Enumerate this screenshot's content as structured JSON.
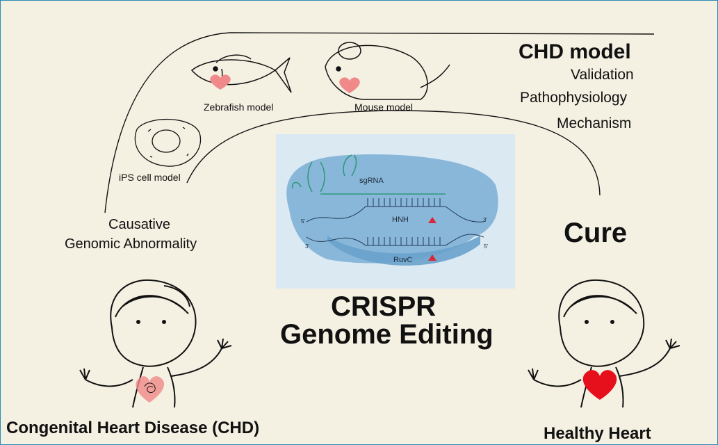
{
  "chd_model": {
    "title": "CHD model",
    "items": [
      "Validation",
      "Pathophysiology",
      "Mechanism"
    ]
  },
  "models": {
    "zebrafish": "Zebrafish model",
    "mouse": "Mouse model",
    "ips": "iPS cell model"
  },
  "causative": {
    "line1": "Causative",
    "line2": "Genomic Abnormality"
  },
  "cure": "Cure",
  "crispr": {
    "line1": "CRISPR",
    "line2": "Genome Editing",
    "inset": {
      "sgrna": "sgRNA",
      "hnh": "HNH",
      "ruvc": "RuvC",
      "end_5_top": "5'",
      "end_3_top": "3'",
      "end_3_bottom": "3'",
      "end_5_bottom": "5'"
    }
  },
  "patients": {
    "chd": "Congenital Heart Disease (CHD)",
    "healthy": "Healthy Heart"
  },
  "colors": {
    "background": "#f4f0e2",
    "border": "#2a8ab8",
    "heart_light": "#f08a8a",
    "heart_red": "#e6101c",
    "inset_bg": "#dbe9f3",
    "cas9_blue": "#7aaed3",
    "sgrna_green": "#2f9a7a"
  }
}
